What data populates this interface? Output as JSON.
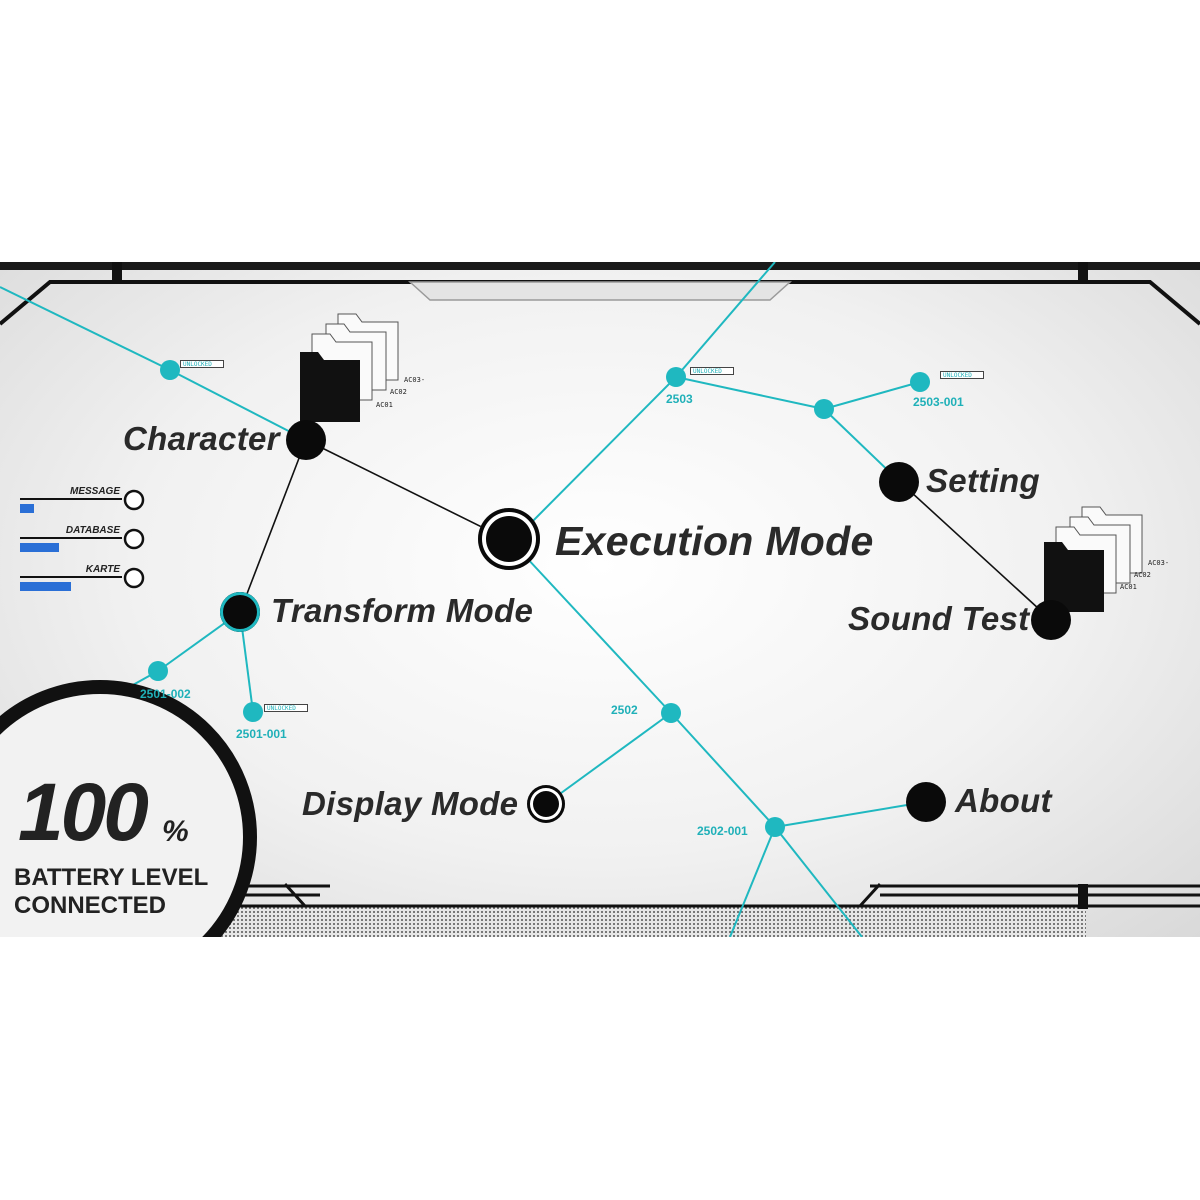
{
  "menu": {
    "execution_mode": "Execution Mode",
    "character": "Character",
    "transform_mode": "Transform Mode",
    "setting": "Setting",
    "sound_test": "Sound Test",
    "display_mode": "Display Mode",
    "about": "About"
  },
  "nodes": {
    "n2503": "2503",
    "n2503_001": "2503-001",
    "n2501_002": "2501-002",
    "n2501_001": "2501-001",
    "n2502": "2502",
    "n2502_001": "2502-001"
  },
  "unlock_tag": "UNLOCKED",
  "folders": {
    "top": [
      "AC03-",
      "AC02",
      "AC01"
    ],
    "right": [
      "AC03-",
      "AC02",
      "AC01"
    ]
  },
  "status_bars": [
    {
      "label": "MESSAGE",
      "level": 0.14
    },
    {
      "label": "DATABASE",
      "level": 0.38
    },
    {
      "label": "KARTE",
      "level": 0.5
    }
  ],
  "battery": {
    "value": "100",
    "unit": "%",
    "line1": "BATTERY LEVEL",
    "line2": "CONNECTED"
  },
  "colors": {
    "accent": "#1fb8c0",
    "node_black": "#0a0a0a",
    "bar_blue": "#2a6fd6"
  }
}
